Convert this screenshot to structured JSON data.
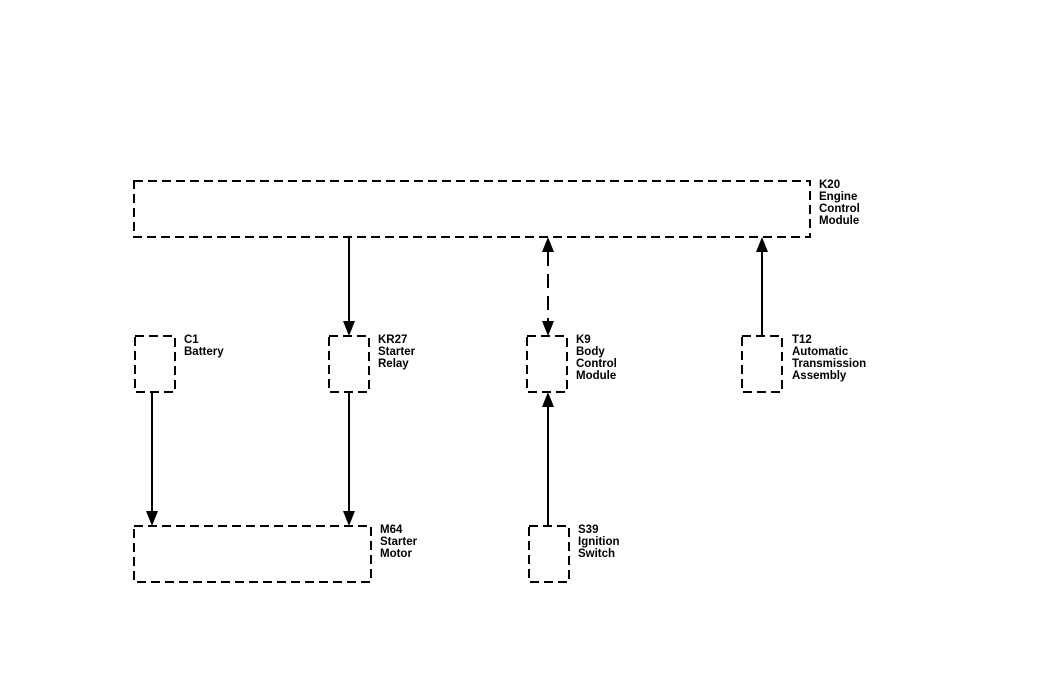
{
  "components": {
    "k20": {
      "code": "K20",
      "name_lines": [
        "Engine",
        "Control",
        "Module"
      ]
    },
    "c1": {
      "code": "C1",
      "name_lines": [
        "Battery"
      ]
    },
    "kr27": {
      "code": "KR27",
      "name_lines": [
        "Starter",
        "Relay"
      ]
    },
    "k9": {
      "code": "K9",
      "name_lines": [
        "Body",
        "Control",
        "Module"
      ]
    },
    "t12": {
      "code": "T12",
      "name_lines": [
        "Automatic",
        "Transmission",
        "Assembly"
      ]
    },
    "m64": {
      "code": "M64",
      "name_lines": [
        "Starter",
        "Motor"
      ]
    },
    "s39": {
      "code": "S39",
      "name_lines": [
        "Ignition",
        "Switch"
      ]
    }
  },
  "connections": [
    {
      "from": "K20",
      "to": "KR27",
      "style": "solid",
      "direction": "one-way"
    },
    {
      "from": "K20",
      "to": "K9",
      "style": "dashed",
      "direction": "two-way"
    },
    {
      "from": "T12",
      "to": "K20",
      "style": "solid",
      "direction": "one-way"
    },
    {
      "from": "C1",
      "to": "M64",
      "style": "solid",
      "direction": "one-way"
    },
    {
      "from": "KR27",
      "to": "M64",
      "style": "solid",
      "direction": "one-way"
    },
    {
      "from": "S39",
      "to": "K9",
      "style": "solid",
      "direction": "one-way"
    }
  ],
  "colors": {
    "line": "#000000",
    "background": "#ffffff"
  }
}
